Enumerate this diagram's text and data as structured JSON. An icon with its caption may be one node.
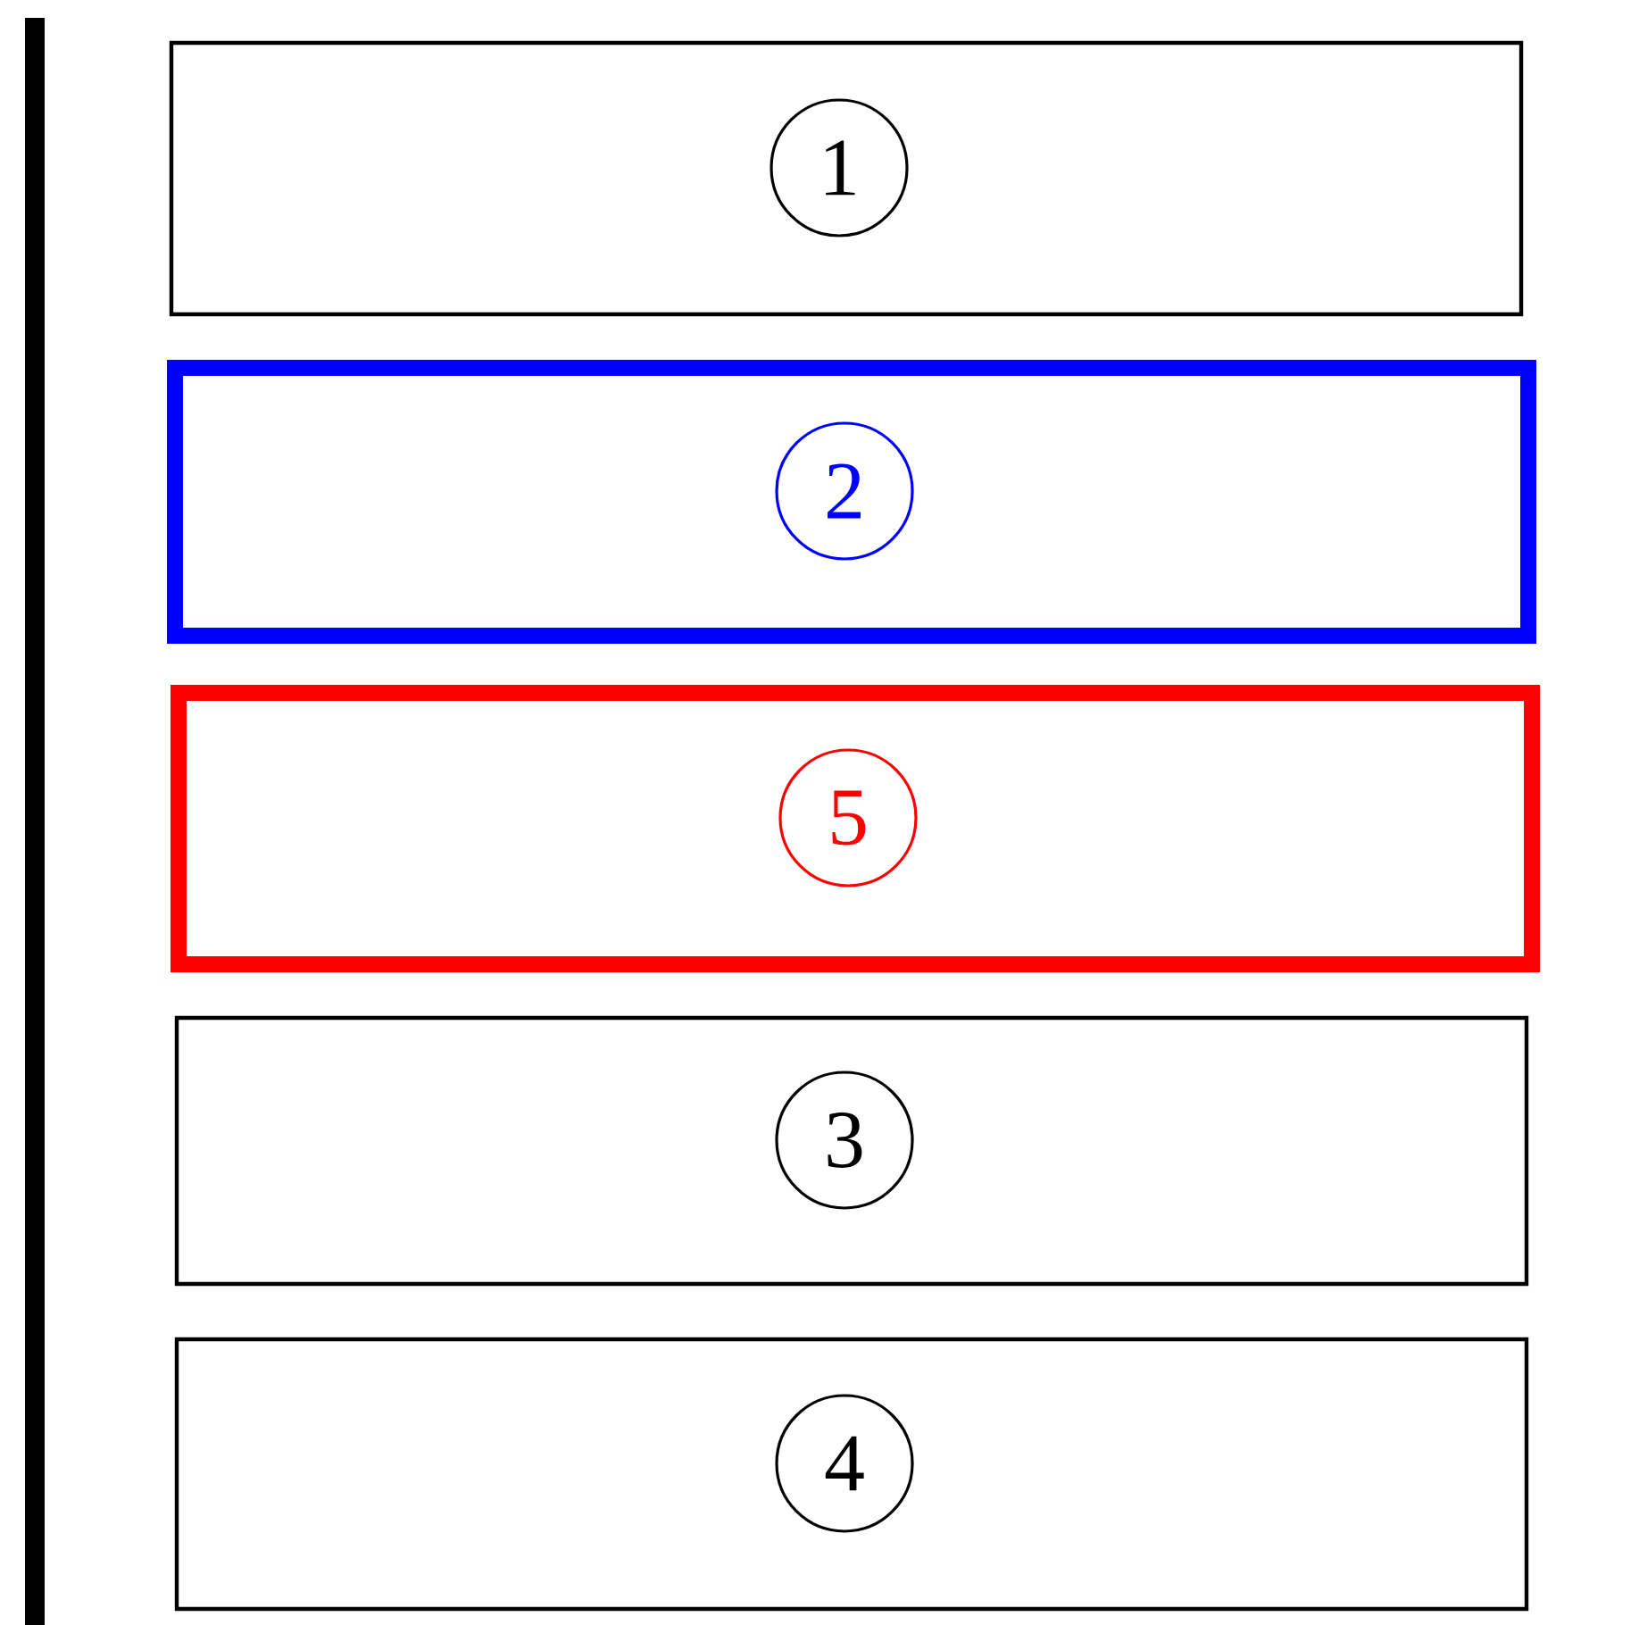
{
  "diagram": {
    "nodes": [
      {
        "text": [],
        "shape": "box"
      },
      {
        "text": [
          "1"
        ],
        "in": 0
      },
      {
        "text": [],
        "shape": "box"
      },
      {
        "text": [
          "2"
        ],
        "in": 2
      },
      {
        "text": [],
        "shape": "box"
      },
      {
        "text": [
          "5"
        ],
        "in": 4
      },
      {
        "text": [],
        "shape": "box"
      },
      {
        "text": [
          "3"
        ],
        "in": 6
      },
      {
        "text": [],
        "shape": "box"
      },
      {
        "text": [
          "4"
        ],
        "in": 8
      }
    ]
  }
}
